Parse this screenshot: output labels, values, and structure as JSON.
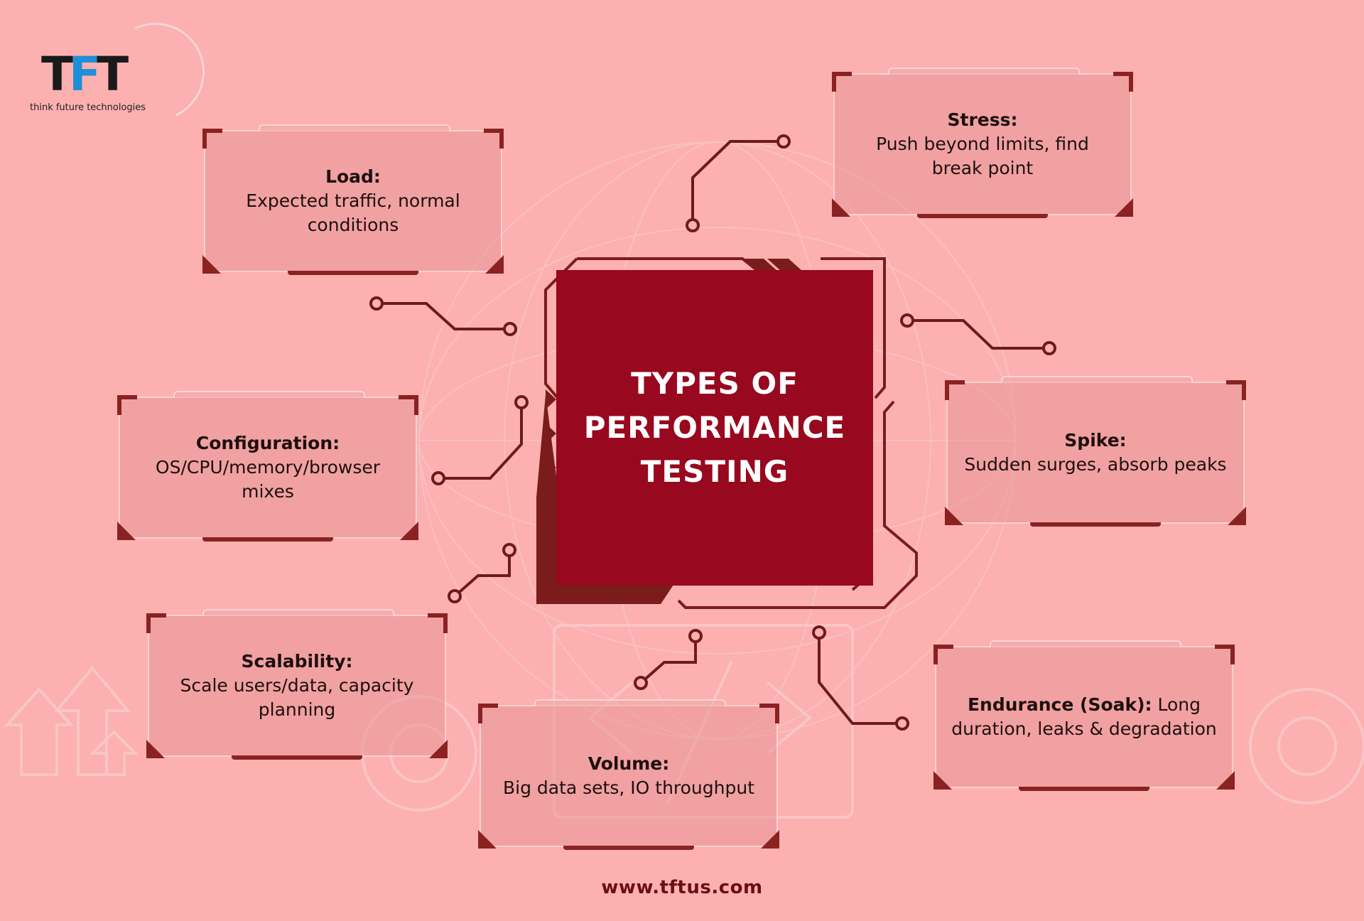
{
  "brand": {
    "logo_mark": "TFT",
    "tagline": "think future technologies"
  },
  "center": {
    "lines": [
      "TYPES OF",
      "PERFORMANCE",
      "TESTING"
    ]
  },
  "cards": {
    "load": {
      "title": "Load:",
      "desc": "Expected traffic, normal conditions"
    },
    "stress": {
      "title": "Stress:",
      "desc": "Push beyond limits, find break point"
    },
    "configuration": {
      "title": "Configuration:",
      "desc": "OS/CPU/memory/browser mixes"
    },
    "spike": {
      "title": "Spike:",
      "desc": "Sudden surges, absorb peaks"
    },
    "scalability": {
      "title": "Scalability:",
      "desc": "Scale users/data, capacity planning"
    },
    "volume": {
      "title": "Volume:",
      "desc": "Big data sets, IO throughput"
    },
    "endurance": {
      "title": "Endurance (Soak):",
      "desc": "Long duration, leaks & degradation"
    }
  },
  "footer": {
    "website": "www.tftus.com"
  },
  "colors": {
    "background": "#fdb0b0",
    "center_fill": "#98081e",
    "accent_dark": "#7a1c1c",
    "connector": "#6f1a1a"
  }
}
